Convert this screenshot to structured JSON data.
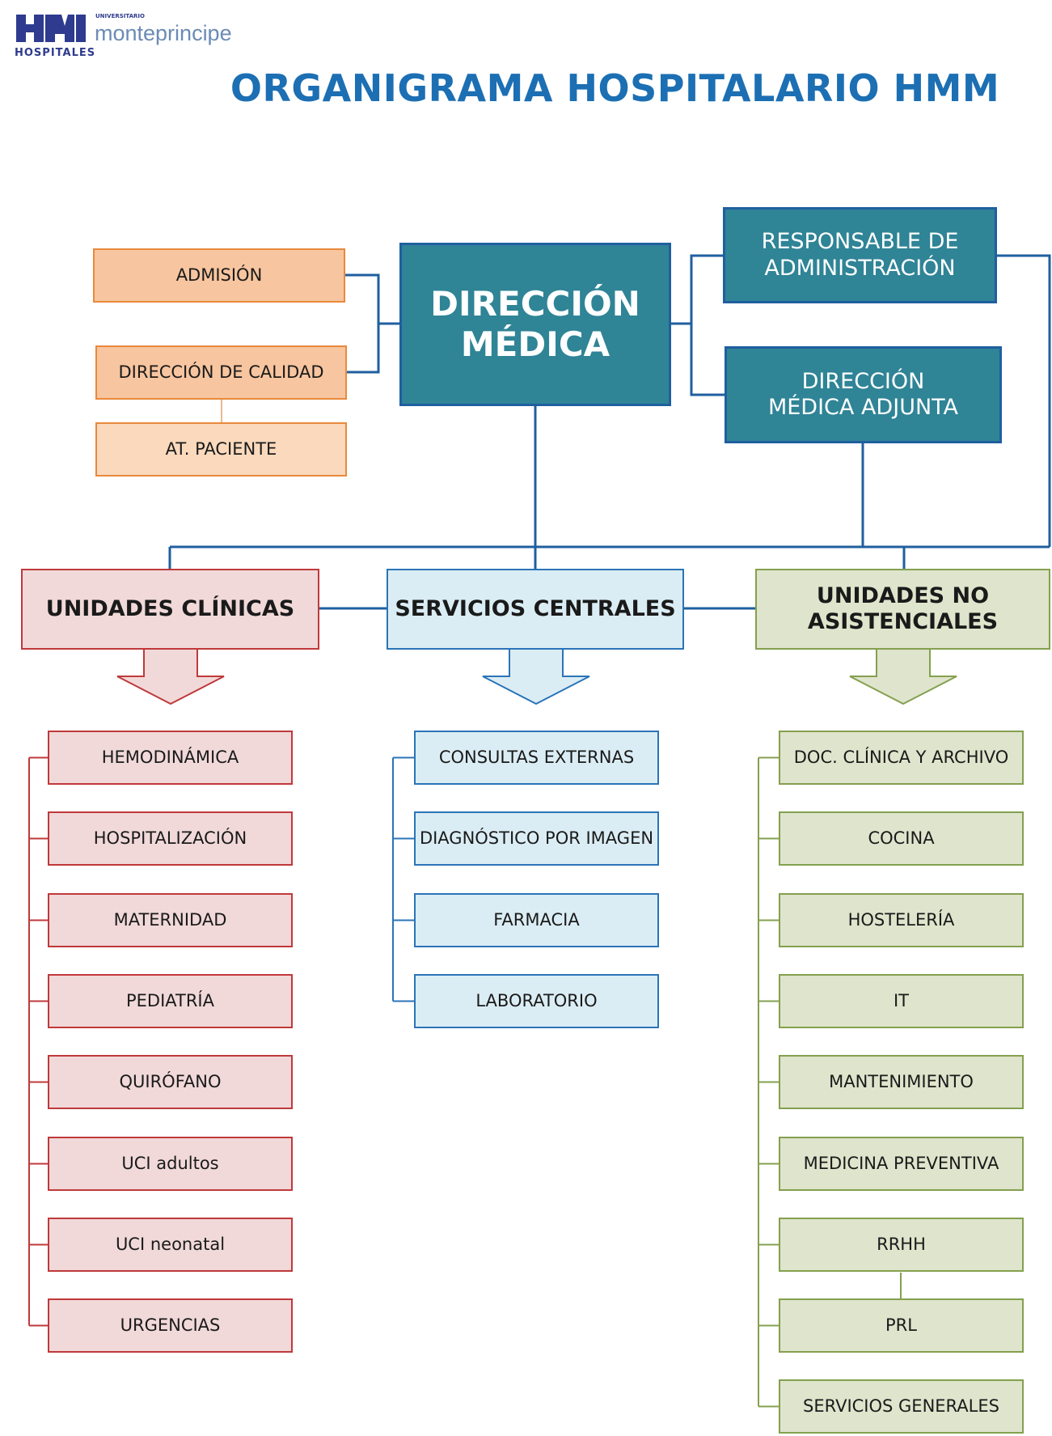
{
  "logo": {
    "top_text": "UNIVERSITARIO",
    "brand": "monteprincipe",
    "sub": "HOSPITALES"
  },
  "title": "ORGANIGRAMA HOSPITALARIO HMM",
  "colors": {
    "title": "#1c6fb3",
    "teal": "#2f8496",
    "orange": "#f7c59f",
    "red": "#f1d9d9",
    "blue": "#dbedf4",
    "green": "#dfe4cc"
  },
  "top": {
    "left": [
      "ADMISIÓN",
      "DIRECCIÓN DE CALIDAD",
      "AT. PACIENTE"
    ],
    "center": "DIRECCIÓN MÉDICA",
    "right": [
      "RESPONSABLE DE ADMINISTRACIÓN",
      "DIRECCIÓN MÉDICA ADJUNTA"
    ]
  },
  "columns": {
    "clinicas": {
      "title": "UNIDADES CLÍNICAS",
      "items": [
        "HEMODINÁMICA",
        "HOSPITALIZACIÓN",
        "MATERNIDAD",
        "PEDIATRÍA",
        "QUIRÓFANO",
        "UCI adultos",
        "UCI neonatal",
        "URGENCIAS"
      ]
    },
    "centrales": {
      "title": "SERVICIOS CENTRALES",
      "items": [
        "CONSULTAS EXTERNAS",
        "DIAGNÓSTICO POR IMAGEN",
        "FARMACIA",
        "LABORATORIO"
      ]
    },
    "no_asistenciales": {
      "title": "UNIDADES NO ASISTENCIALES",
      "items": [
        "DOC. CLÍNICA Y ARCHIVO",
        "COCINA",
        "HOSTELERÍA",
        "IT",
        "MANTENIMIENTO",
        "MEDICINA PREVENTIVA",
        "RRHH",
        "PRL",
        "SERVICIOS GENERALES"
      ]
    }
  }
}
